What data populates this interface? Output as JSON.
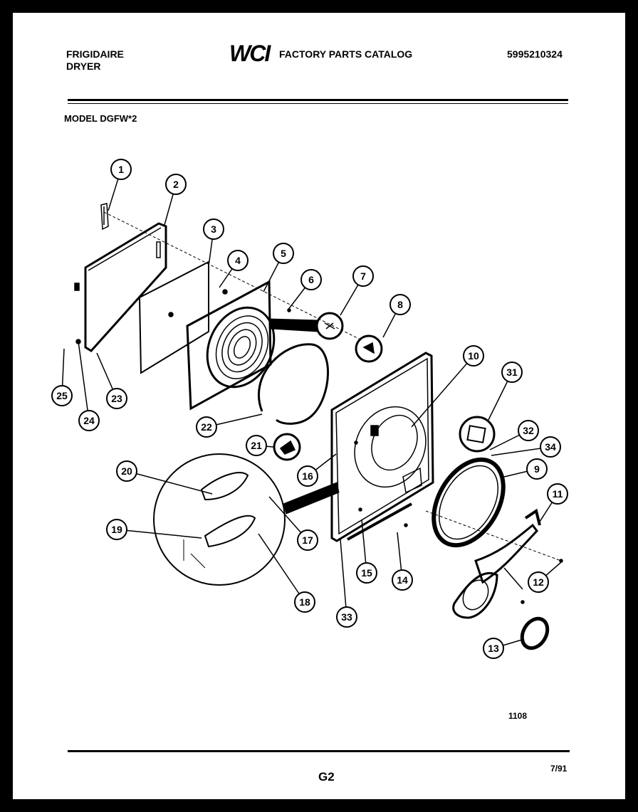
{
  "header": {
    "brand": "FRIGIDAIRE",
    "product": "DRYER",
    "logo": "WCI",
    "catalog_title": "FACTORY PARTS CATALOG",
    "part_number": "5995210324",
    "model": "MODEL DGFW*2"
  },
  "footer": {
    "figure_code": "1108",
    "page_label": "G2",
    "date": "7/91"
  },
  "callouts": [
    "1",
    "2",
    "3",
    "4",
    "5",
    "6",
    "7",
    "8",
    "10",
    "31",
    "32",
    "34",
    "9",
    "11",
    "12",
    "13",
    "14",
    "15",
    "16",
    "17",
    "18",
    "19",
    "20",
    "21",
    "22",
    "23",
    "24",
    "25",
    "33"
  ]
}
